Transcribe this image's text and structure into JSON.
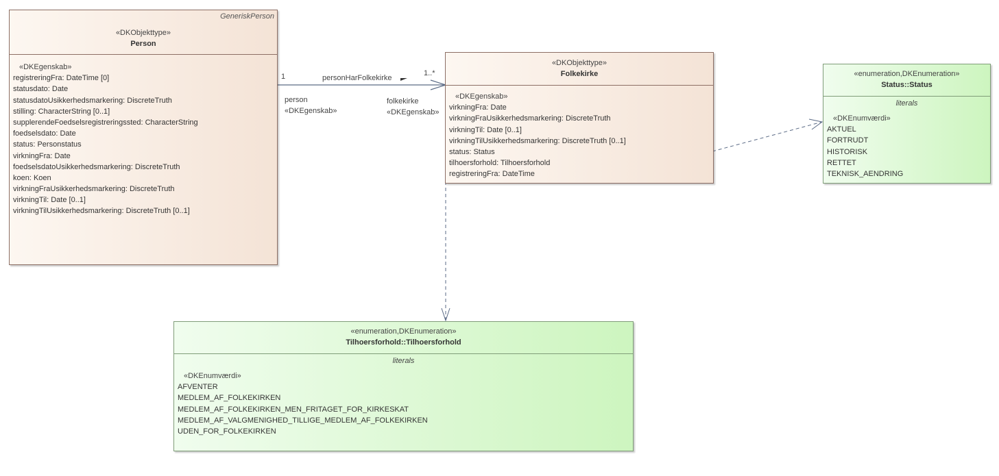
{
  "person": {
    "parent": "GeneriskPerson",
    "stereotype": "«DKObjekttype»",
    "name": "Person",
    "attr_stereotype": "«DKEgenskab»",
    "attributes": [
      "registreringFra: DateTime [0]",
      "statusdato: Date",
      "statusdatoUsikkerhedsmarkering: DiscreteTruth",
      "stilling: CharacterString [0..1]",
      "supplerendeFoedselsregistreringssted: CharacterString",
      "foedselsdato: Date",
      "status: Personstatus",
      "virkningFra: Date",
      "foedselsdatoUsikkerhedsmarkering: DiscreteTruth",
      "koen: Koen",
      "virkningFraUsikkerhedsmarkering: DiscreteTruth",
      "virkningTil: Date [0..1]",
      "virkningTilUsikkerhedsmarkering: DiscreteTruth [0..1]"
    ]
  },
  "folkekirke": {
    "stereotype": "«DKObjekttype»",
    "name": "Folkekirke",
    "attr_stereotype": "«DKEgenskab»",
    "attributes": [
      "virkningFra: Date",
      "virkningFraUsikkerhedsmarkering: DiscreteTruth",
      "virkningTil: Date [0..1]",
      "virkningTilUsikkerhedsmarkering: DiscreteTruth [0..1]",
      "status: Status",
      "tilhoersforhold: Tilhoersforhold",
      "registreringFra: DateTime"
    ]
  },
  "status_enum": {
    "stereotype": "«enumeration,DKEnumeration»",
    "name": "Status::Status",
    "section": "literals",
    "literal_stereotype": "«DKEnumværdi»",
    "literals": [
      "AKTUEL",
      "FORTRUDT",
      "HISTORISK",
      "RETTET",
      "TEKNISK_AENDRING"
    ]
  },
  "tilhoersforhold_enum": {
    "stereotype": "«enumeration,DKEnumeration»",
    "name": "Tilhoersforhold::Tilhoersforhold",
    "section": "literals",
    "literal_stereotype": "«DKEnumværdi»",
    "literals": [
      "AFVENTER",
      "MEDLEM_AF_FOLKEKIRKEN",
      "MEDLEM_AF_FOLKEKIRKEN_MEN_FRITAGET_FOR_KIRKESKAT",
      "MEDLEM_AF_VALGMENIGHED_TILLIGE_MEDLEM_AF_FOLKEKIRKEN",
      "UDEN_FOR_FOLKEKIRKEN"
    ]
  },
  "association": {
    "name": "personHarFolkekirke",
    "source_multiplicity": "1",
    "target_multiplicity": "1..*",
    "source_role": "person",
    "source_role_stereotype": "«DKEgenskab»",
    "target_role": "folkekirke",
    "target_role_stereotype": "«DKEgenskab»"
  },
  "colors": {
    "class_fill": "#f4e3d6",
    "enum_fill": "#cdf5bf",
    "connector": "#5a6a85"
  }
}
